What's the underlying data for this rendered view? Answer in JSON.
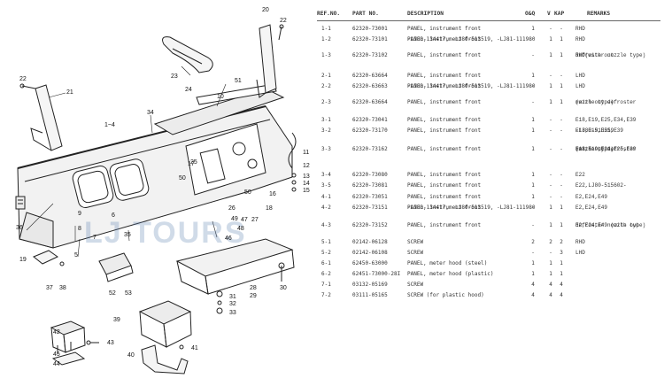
{
  "table": {
    "headers": {
      "ref": "REF.NO.",
      "part": "PART NO.",
      "desc": "DESCRIPTION",
      "q1": "O&Q",
      "q2": "V",
      "q3": "KAP",
      "rem": "REMARKS"
    },
    "rows": [
      {
        "ref": "1-1",
        "part": "62320-73001",
        "desc": "PANEL, instrument front",
        "sub": "",
        "q1": "1",
        "q2": "-",
        "q3": "-",
        "rem": "RHD",
        "rem2": ""
      },
      {
        "ref": "1-2",
        "part": "62320-73101",
        "desc": "PANEL, instrument front",
        "sub": "-LJ80-134417, -LJ80-513519, -LJ81-111980",
        "q1": "",
        "q2": "1",
        "q3": "1",
        "rem": "RHD",
        "rem2": ""
      },
      {
        "ref": "1-3",
        "part": "62320-73102",
        "desc": "PANEL, instrument front",
        "sub": "",
        "q1": "-",
        "q2": "1",
        "q3": "1",
        "rem": "RHD(with out",
        "rem2": "defroster nozzle type)"
      },
      {
        "ref": "2-1",
        "part": "62320-63664",
        "desc": "PANEL, instrument front",
        "sub": "",
        "q1": "1",
        "q2": "-",
        "q3": "-",
        "rem": "LHD",
        "rem2": ""
      },
      {
        "ref": "2-2",
        "part": "62320-63663",
        "desc": "PANEL, instrument front",
        "sub": "-LJ80-134417, -LJ80-513519, -LJ81-111980",
        "q1": "-",
        "q2": "1",
        "q3": "1",
        "rem": "LHD",
        "rem2": ""
      },
      {
        "ref": "2-3",
        "part": "62320-63664",
        "desc": "PANEL, instrument front",
        "sub": "",
        "q1": "-",
        "q2": "1",
        "q3": "1",
        "rem": "(with out defroster",
        "rem2": "nozzle type)"
      },
      {
        "ref": "3-1",
        "part": "62320-73041",
        "desc": "PANEL, instrument front",
        "sub": "",
        "q1": "1",
        "q2": "-",
        "q3": "-",
        "rem": "E18,E19,E25,E34,E39",
        "rem2": ""
      },
      {
        "ref": "3-2",
        "part": "62320-73170",
        "desc": "PANEL, instrument front",
        "sub": "",
        "q1": "1",
        "q2": "-",
        "q3": "-",
        "rem": "E18,E19,E25,E39",
        "rem2": "-LJ80-513519"
      },
      {
        "ref": "3-3",
        "part": "62320-73162",
        "desc": "PANEL, instrument front",
        "sub": "",
        "q1": "1",
        "q2": "-",
        "q3": "-",
        "rem": "E18,E19,E21,E25,E39",
        "rem2": "(with out defroster",
        "rem3": "nozzle type)"
      },
      {
        "ref": "3-4",
        "part": "62320-73080",
        "desc": "PANEL, instrument front",
        "sub": "",
        "q1": "1",
        "q2": "-",
        "q3": "-",
        "rem": "E22",
        "rem2": ""
      },
      {
        "ref": "3-5",
        "part": "62320-73081",
        "desc": "PANEL, instrument front",
        "sub": "",
        "q1": "1",
        "q2": "-",
        "q3": "-",
        "rem": "E22,LJ80-515602-",
        "rem2": ""
      },
      {
        "ref": "4-1",
        "part": "62320-73051",
        "desc": "PANEL, instrument front",
        "sub": "",
        "q1": "1",
        "q2": "-",
        "q3": "-",
        "rem": "E2,E24,E49",
        "rem2": ""
      },
      {
        "ref": "4-2",
        "part": "62320-73151",
        "desc": "PANEL, instrument front",
        "sub": "-LJ80-134417, -LJ80-513519, -LJ81-111980",
        "q1": "-",
        "q2": "1",
        "q3": "1",
        "rem": "E2,E24,E49",
        "rem2": ""
      },
      {
        "ref": "4-3",
        "part": "62320-73152",
        "desc": "PANEL, instrument front",
        "sub": "",
        "q1": "-",
        "q2": "1",
        "q3": "1",
        "rem": "E2,E24,E49 (with out",
        "rem2": "defroster nozzle type)"
      },
      {
        "ref": "5-1",
        "part": "02142-06128",
        "desc": "SCREW",
        "sub": "",
        "q1": "2",
        "q2": "2",
        "q3": "2",
        "rem": "RHD",
        "rem2": ""
      },
      {
        "ref": "5-2",
        "part": "02142-06108",
        "desc": "SCREW",
        "sub": "",
        "q1": "-",
        "q2": "-",
        "q3": "3",
        "rem": "LHD",
        "rem2": ""
      },
      {
        "ref": "6-1",
        "part": "62450-63000",
        "desc": "PANEL, meter hood (steel)",
        "sub": "",
        "q1": "1",
        "q2": "1",
        "q3": "1",
        "rem": "",
        "rem2": ""
      },
      {
        "ref": "6-2",
        "part": "62451-73000-28I",
        "desc": "PANEL, meter hood (plastic)",
        "sub": "",
        "q1": "1",
        "q2": "1",
        "q3": "1",
        "rem": "",
        "rem2": ""
      },
      {
        "ref": "7-1",
        "part": "03132-05169",
        "desc": "SCREW",
        "sub": "",
        "q1": "4",
        "q2": "4",
        "q3": "4",
        "rem": "",
        "rem2": ""
      },
      {
        "ref": "7-2",
        "part": "03111-05165",
        "desc": "SCREW (for plastic hood)",
        "sub": "",
        "q1": "4",
        "q2": "4",
        "q3": "4",
        "rem": "",
        "rem2": ""
      }
    ]
  },
  "diagram": {
    "callouts": [
      "20",
      "22",
      "23",
      "24",
      "22",
      "21",
      "51",
      "10",
      "34",
      "1~4",
      "11",
      "12",
      "13",
      "14",
      "15",
      "16",
      "17",
      "18",
      "19",
      "36",
      "37",
      "38",
      "5",
      "35",
      "52",
      "53",
      "6",
      "7",
      "8",
      "9",
      "46",
      "26",
      "49",
      "48",
      "47",
      "28",
      "29",
      "30",
      "31",
      "32",
      "33",
      "39",
      "40",
      "41",
      "42",
      "43",
      "44",
      "45",
      "50",
      "25",
      "27",
      "50"
    ],
    "watermark": "LJ TOURS"
  }
}
